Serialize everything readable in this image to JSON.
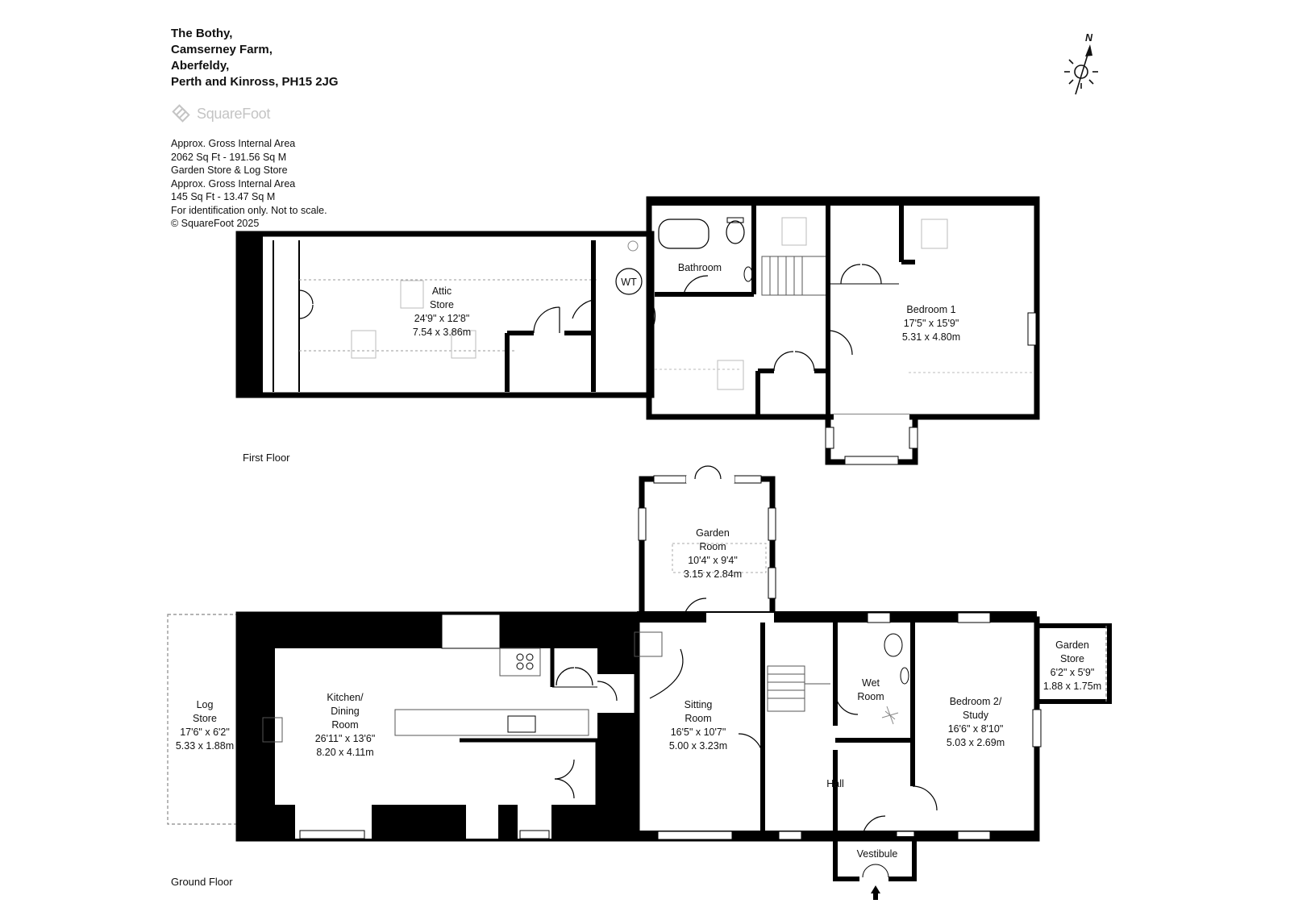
{
  "header": {
    "address_lines": [
      "The Bothy,",
      "Camserney Farm,",
      "Aberfeldy,",
      "Perth and Kinross, PH15 2JG"
    ]
  },
  "brand": {
    "logo_text": "SquareFoot"
  },
  "area_info": {
    "lines": [
      "Approx. Gross Internal Area",
      "2062 Sq Ft  -  191.56 Sq M",
      "Garden Store & Log Store",
      "Approx. Gross Internal Area",
      "145 Sq Ft  -  13.47 Sq M",
      "For identification only. Not to scale.",
      "© SquareFoot 2025"
    ]
  },
  "compass": {
    "label": "N"
  },
  "floors": {
    "first": {
      "label": "First Floor",
      "rooms": [
        {
          "id": "attic",
          "lines": [
            "Attic",
            "Store",
            "24'9\" x 12'8\"",
            "7.54 x 3.86m"
          ]
        },
        {
          "id": "wt",
          "lines": [
            "WT"
          ]
        },
        {
          "id": "bathroom",
          "lines": [
            "Bathroom"
          ]
        },
        {
          "id": "bedroom1",
          "lines": [
            "Bedroom 1",
            "17'5\" x 15'9\"",
            "5.31 x 4.80m"
          ]
        }
      ]
    },
    "ground": {
      "label": "Ground Floor",
      "rooms": [
        {
          "id": "log",
          "lines": [
            "Log",
            "Store",
            "17'6\" x 6'2\"",
            "5.33 x 1.88m"
          ]
        },
        {
          "id": "kitchen",
          "lines": [
            "Kitchen/",
            "Dining",
            "Room",
            "26'11\" x 13'6\"",
            "8.20 x 4.11m"
          ]
        },
        {
          "id": "garden_room",
          "lines": [
            "Garden",
            "Room",
            "10'4\" x 9'4\"",
            "3.15 x 2.84m"
          ]
        },
        {
          "id": "sitting",
          "lines": [
            "Sitting",
            "Room",
            "16'5\" x 10'7\"",
            "5.00 x 3.23m"
          ]
        },
        {
          "id": "wet",
          "lines": [
            "Wet",
            "Room"
          ]
        },
        {
          "id": "hall",
          "lines": [
            "Hall"
          ]
        },
        {
          "id": "bedroom2",
          "lines": [
            "Bedroom 2/",
            "Study",
            "16'6\" x 8'10\"",
            "5.03 x 2.69m"
          ]
        },
        {
          "id": "garden_store",
          "lines": [
            "Garden",
            "Store",
            "6'2\" x 5'9\"",
            "1.88 x 1.75m"
          ]
        },
        {
          "id": "vestibule",
          "lines": [
            "Vestibule"
          ]
        }
      ]
    }
  },
  "colors": {
    "wall": "#000000",
    "fixture_line": "#555555",
    "logo": "#c4c4c4"
  }
}
